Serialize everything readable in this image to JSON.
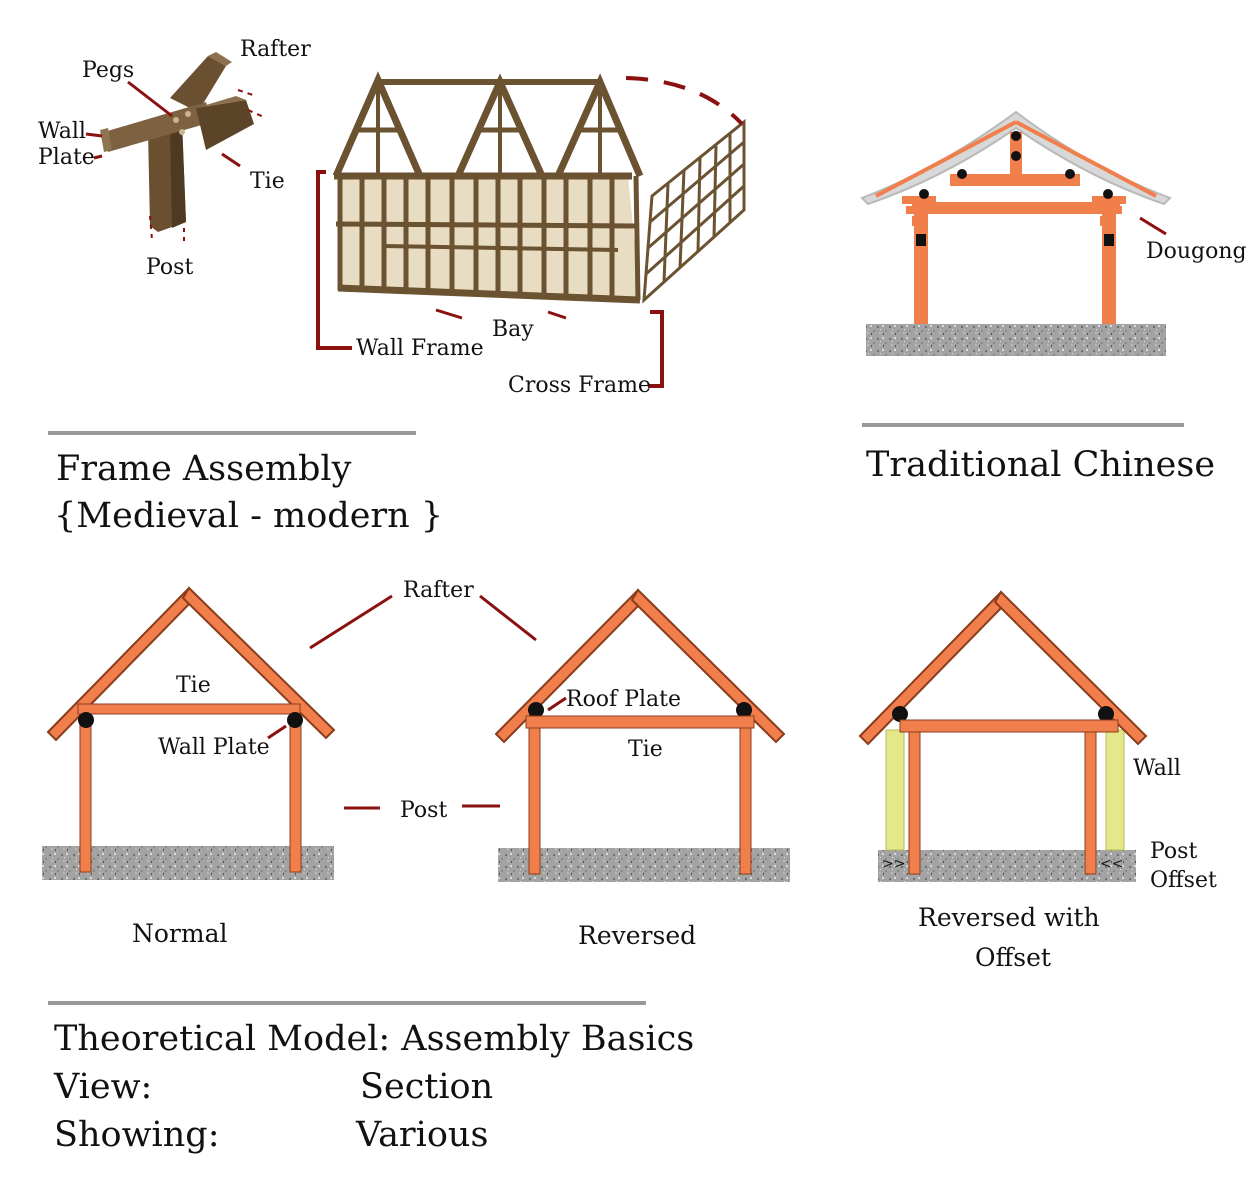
{
  "colors": {
    "timber": "#f07f4c",
    "timber_dark": "#8a3c1c",
    "leader": "#8b1010",
    "frame_brown": "#6b5230",
    "frame_fill": "#e8dcc2",
    "joint_wood": "#6a4f30",
    "wall_yellow": "#e4e88a",
    "ground": "#a3a3a3",
    "rule": "#999999",
    "knot": "#111111",
    "roof_grey": "#d8d8d8"
  },
  "labels": {
    "rafter_joint": "Rafter",
    "pegs": "Pegs",
    "wall": "Wall",
    "plate": "Plate",
    "tie_joint": "Tie",
    "post_joint": "Post",
    "bay": "Bay",
    "wall_frame": "Wall Frame",
    "cross_frame": "Cross Frame",
    "dougong": "Dougong",
    "rafter_section": "Rafter",
    "tie_normal": "Tie",
    "wall_plate_normal": "Wall Plate",
    "roof_plate": "Roof Plate",
    "tie_reversed": "Tie",
    "post_section": "Post",
    "wall_offset": "Wall",
    "post_offset_1": "Post",
    "post_offset_2": "Offset",
    "normal": "Normal",
    "reversed": "Reversed",
    "reversed_offset_1": "Reversed with",
    "reversed_offset_2": "Offset",
    "offset_marks_left": ">>",
    "offset_marks_right": "<<"
  },
  "titles": {
    "frame_assembly_1": "Frame Assembly",
    "frame_assembly_2": "{Medieval - modern }",
    "traditional_chinese": "Traditional Chinese",
    "model_line": "Theoretical Model: Assembly Basics",
    "view_label": "View:",
    "view_value": "Section",
    "showing_label": "Showing:",
    "showing_value": "Various"
  }
}
